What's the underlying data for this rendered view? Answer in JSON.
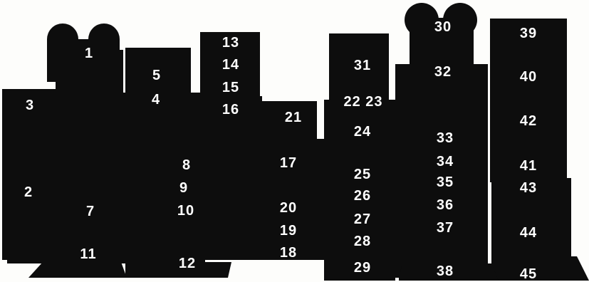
{
  "silhouette": {
    "fill_color": "#0d0d0d",
    "background_color": "#fdfdfb",
    "label_color": "#ffffff"
  },
  "labels": [
    "1",
    "2",
    "3",
    "4",
    "5",
    "7",
    "8",
    "9",
    "10",
    "11",
    "12",
    "13",
    "14",
    "15",
    "16",
    "17",
    "18",
    "19",
    "20",
    "21",
    "22 23",
    "24",
    "25",
    "26",
    "27",
    "28",
    "29",
    "30",
    "31",
    "32",
    "33",
    "34",
    "35",
    "36",
    "37",
    "38",
    "39",
    "40",
    "41",
    "42",
    "43",
    "44",
    "45"
  ]
}
